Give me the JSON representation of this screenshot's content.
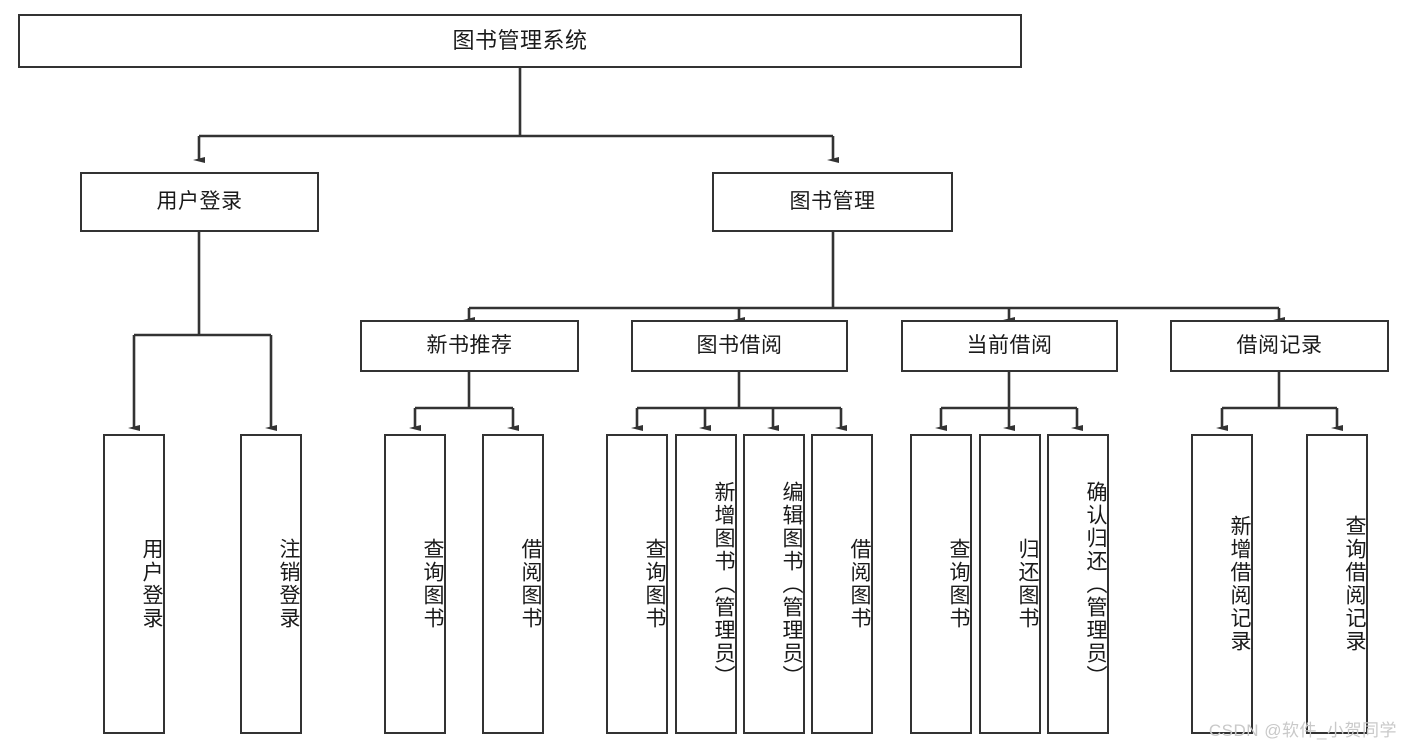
{
  "diagram": {
    "title": "图书管理系统",
    "type": "tree",
    "root": {
      "label": "图书管理系统"
    },
    "level2": [
      {
        "label": "用户登录"
      },
      {
        "label": "图书管理"
      }
    ],
    "level3": [
      {
        "label": "新书推荐"
      },
      {
        "label": "图书借阅"
      },
      {
        "label": "当前借阅"
      },
      {
        "label": "借阅记录"
      }
    ],
    "leaves": {
      "user_login": [
        {
          "label": "用户登录"
        },
        {
          "label": "注销登录"
        }
      ],
      "new_book_recommend": [
        {
          "label": "查询图书"
        },
        {
          "label": "借阅图书"
        }
      ],
      "book_borrow": [
        {
          "label": "查询图书"
        },
        {
          "label": "新增图书（管理员）"
        },
        {
          "label": "编辑图书（管理员）"
        },
        {
          "label": "借阅图书"
        }
      ],
      "current_borrow": [
        {
          "label": "查询图书"
        },
        {
          "label": "归还图书"
        },
        {
          "label": "确认归还（管理员）"
        }
      ],
      "borrow_record": [
        {
          "label": "新增借阅记录"
        },
        {
          "label": "查询借阅记录"
        }
      ]
    },
    "watermark": "CSDN @软件_小贺同学",
    "colors": {
      "stroke": "#333333",
      "box_fill": "#ffffff",
      "text": "#1a1a1a",
      "watermark": "#c9c9c9",
      "background": "#ffffff"
    }
  }
}
